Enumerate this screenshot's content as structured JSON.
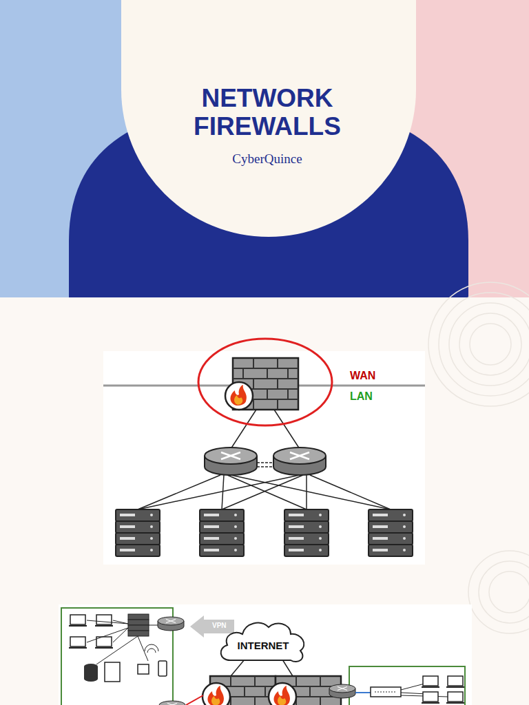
{
  "diagram": {
    "title": "NETWORK FIREWALLS",
    "nodes": [
      {
        "text": [
          "INTERNET"
        ]
      }
    ],
    "labels": [
      "CyberQuince",
      "WAN",
      "LAN",
      "VPN"
    ]
  }
}
